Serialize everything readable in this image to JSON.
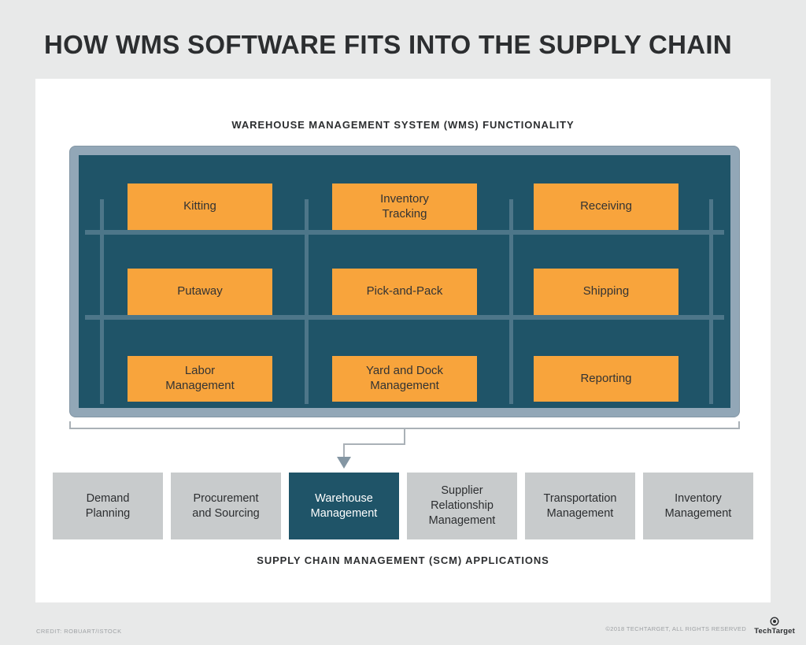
{
  "page": {
    "title": "HOW WMS SOFTWARE FITS INTO THE SUPPLY CHAIN"
  },
  "wms": {
    "heading": "WAREHOUSE MANAGEMENT SYSTEM (WMS) FUNCTIONALITY",
    "functions": [
      [
        "Kitting",
        "Inventory\nTracking",
        "Receiving"
      ],
      [
        "Putaway",
        "Pick-and-Pack",
        "Shipping"
      ],
      [
        "Labor\nManagement",
        "Yard and Dock\nManagement",
        "Reporting"
      ]
    ]
  },
  "scm": {
    "heading": "SUPPLY CHAIN MANAGEMENT (SCM) APPLICATIONS",
    "applications": [
      {
        "label": "Demand\nPlanning",
        "highlighted": false
      },
      {
        "label": "Procurement\nand Sourcing",
        "highlighted": false
      },
      {
        "label": "Warehouse\nManagement",
        "highlighted": true
      },
      {
        "label": "Supplier\nRelationship\nManagement",
        "highlighted": false
      },
      {
        "label": "Transportation\nManagement",
        "highlighted": false
      },
      {
        "label": "Inventory\nManagement",
        "highlighted": false
      }
    ]
  },
  "footer": {
    "credit": "CREDIT: ROBUART/ISTOCK",
    "copyright": "©2018 TECHTARGET, ALL RIGHTS RESERVED",
    "brand": "TechTarget"
  },
  "colors": {
    "background": "#e8e9e9",
    "accent_orange": "#f8a43c",
    "teal": "#1f5468",
    "shelf_frame": "#92a7b7",
    "shelf_rail": "#4d7689",
    "gray_box": "#c8cbcc",
    "text_dark": "#2c2e30"
  }
}
